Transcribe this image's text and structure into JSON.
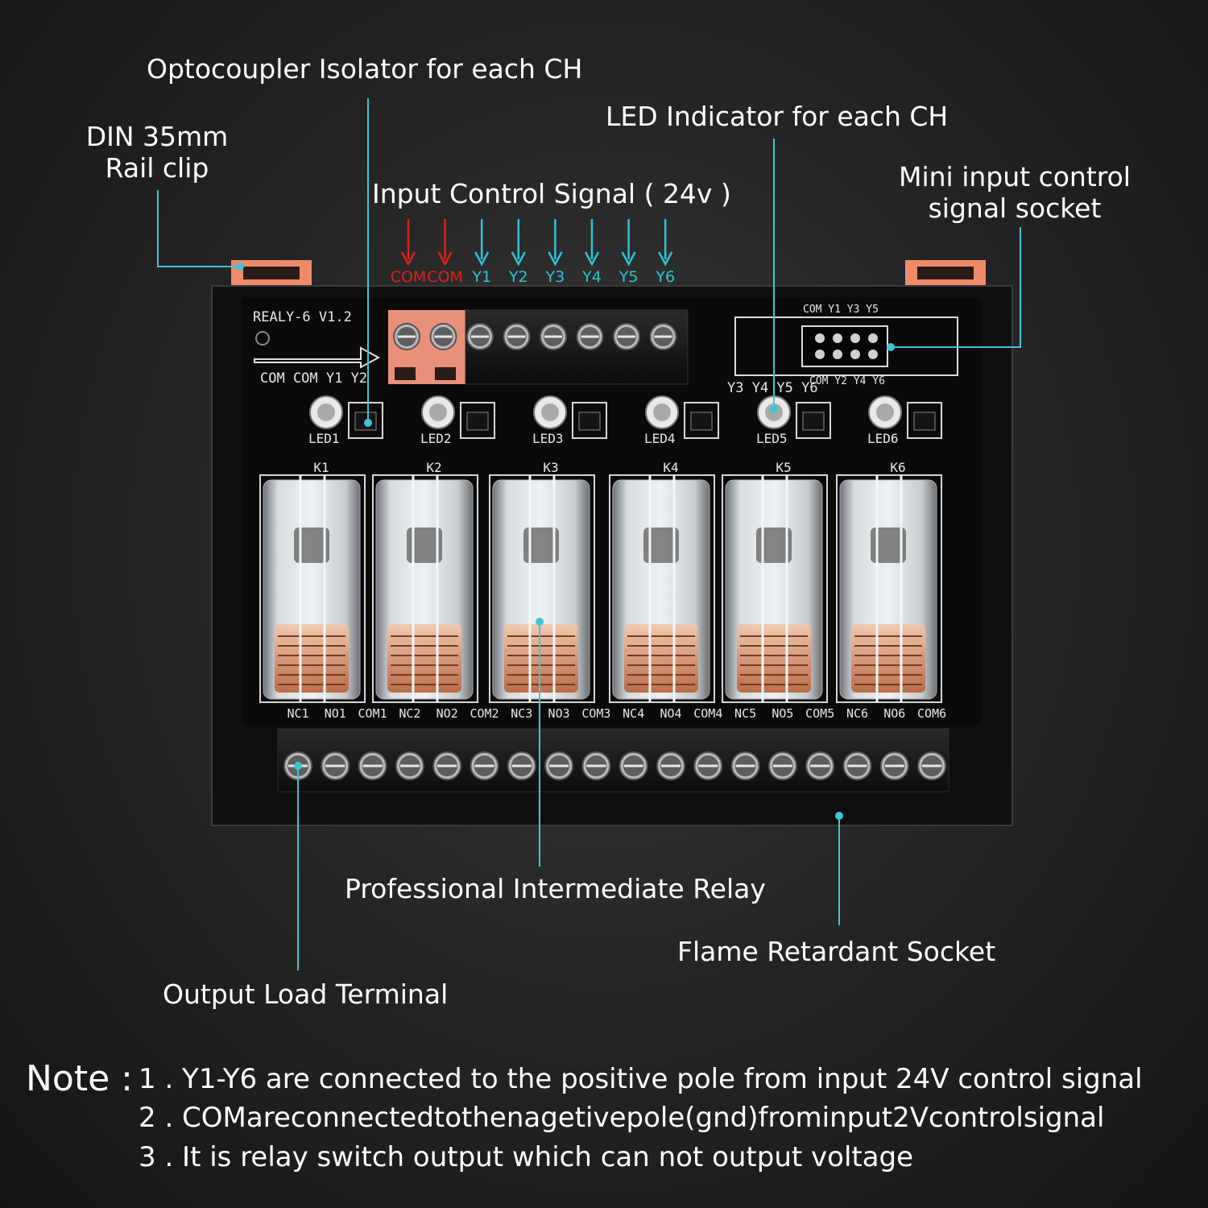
{
  "callouts": {
    "din_rail": [
      "DIN 35mm",
      "Rail clip"
    ],
    "optocoupler": "Optocoupler Isolator for each CH",
    "input_signal": "Input Control Signal ( 24v )",
    "led_indicator": "LED Indicator for each CH",
    "mini_socket": [
      "Mini input control",
      "signal socket"
    ],
    "relay": "Professional Intermediate Relay",
    "flame_socket": "Flame Retardant Socket",
    "output_terminal": "Output Load Terminal"
  },
  "input_arrows": [
    {
      "label": "COM",
      "color": "#e0201c"
    },
    {
      "label": "COM",
      "color": "#e0201c"
    },
    {
      "label": "Y1",
      "color": "#2ec4d6"
    },
    {
      "label": "Y2",
      "color": "#2ec4d6"
    },
    {
      "label": "Y3",
      "color": "#2ec4d6"
    },
    {
      "label": "Y4",
      "color": "#2ec4d6"
    },
    {
      "label": "Y5",
      "color": "#2ec4d6"
    },
    {
      "label": "Y6",
      "color": "#2ec4d6"
    }
  ],
  "board": {
    "model": "REALY-6  V1.2",
    "left_pins": "COM COM Y1  Y2",
    "mid_pins": "Y3 Y4 Y5 Y6",
    "socket_top": "COM Y1 Y3 Y5",
    "socket_bottom": "COM Y2 Y4  Y6",
    "leds": [
      "LED1",
      "LED2",
      "LED3",
      "LED4",
      "LED5",
      "LED6"
    ],
    "relays": [
      "K1",
      "K2",
      "K3",
      "K4",
      "K5",
      "K6"
    ],
    "terminals": [
      "NC1",
      "NO1",
      "COM1",
      "NC2",
      "NO2",
      "COM2",
      "NC3",
      "NO3",
      "COM3",
      "NC4",
      "NO4",
      "COM4",
      "NC5",
      "NO5",
      "COM5",
      "NC6",
      "NO6",
      "COM6"
    ]
  },
  "note": {
    "heading": "Note :",
    "lines": [
      "1 . Y1-Y6 are connected to the positive pole from input 24V control signal",
      "2 . COMareconnectedtothenagetivepole(gnd)frominput2Vcontrolsignal",
      "3 . It is relay switch output which can not output voltage"
    ]
  },
  "colors": {
    "accent": "#2ec4d6",
    "com_arrow": "#e0201c",
    "board": "#0f0f0f",
    "clip": "#f08a6a"
  }
}
